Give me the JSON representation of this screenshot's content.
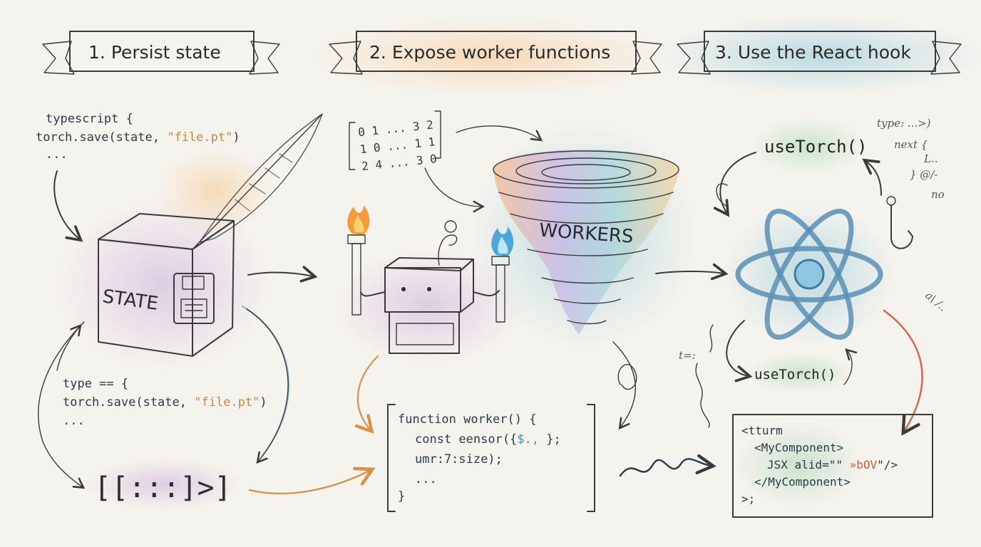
{
  "steps": [
    {
      "number": "1.",
      "title": "Persist state"
    },
    {
      "number": "2.",
      "title": "Expose worker functions"
    },
    {
      "number": "3.",
      "title": "Use the React hook"
    }
  ],
  "persist": {
    "code_top": {
      "line1": "typescript {",
      "line2_fn": "torch.save(state, ",
      "line2_str": "\"file.pt\"",
      "line2_end": ")",
      "line3": "..."
    },
    "cube_label": "STATE",
    "code_bottom": {
      "line1": "type == {",
      "line2_fn": "torch.save(state, ",
      "line2_str": "\"file.pt\"",
      "line2_end": ")",
      "line3": "..."
    },
    "bracket_glyph": "[[:::]>]"
  },
  "workers": {
    "matrix_rows": [
      "0   1  ...  3  2",
      "1   0  ...  1  1",
      "2   4  ...  3  0"
    ],
    "tornado_label": "WORKERS",
    "code": {
      "line1": "function worker() {",
      "line2_a": "const eensor({",
      "line2_b": "$.,",
      "line2_c": " };",
      "line3": "umr:7:size);",
      "line4": "...",
      "line5": "}"
    }
  },
  "react": {
    "hook_top": "useTorch()",
    "hook_bottom": "useTorch()",
    "scribble_right": [
      "type: ...>)",
      "next {",
      "L..",
      "} @/-",
      "no"
    ],
    "scribble_left": "t=:",
    "scribble_side": "a\\ /..",
    "jsx": {
      "line1": "<tturm",
      "line2": "<MyComponent>",
      "line3_a": "JSX alid=\"\" ",
      "line3_b": "»bOV",
      "line3_c": "\"/>",
      "line4": "</MyComponent>",
      "line5": ">;"
    }
  },
  "colors": {
    "ink": "#3b3a3a",
    "banner1": "#e8e2d6",
    "banner2": "#f6d3b4",
    "banner3": "#cfe6df",
    "string": "#c9873d",
    "react_blue": "#5b8fb4"
  }
}
